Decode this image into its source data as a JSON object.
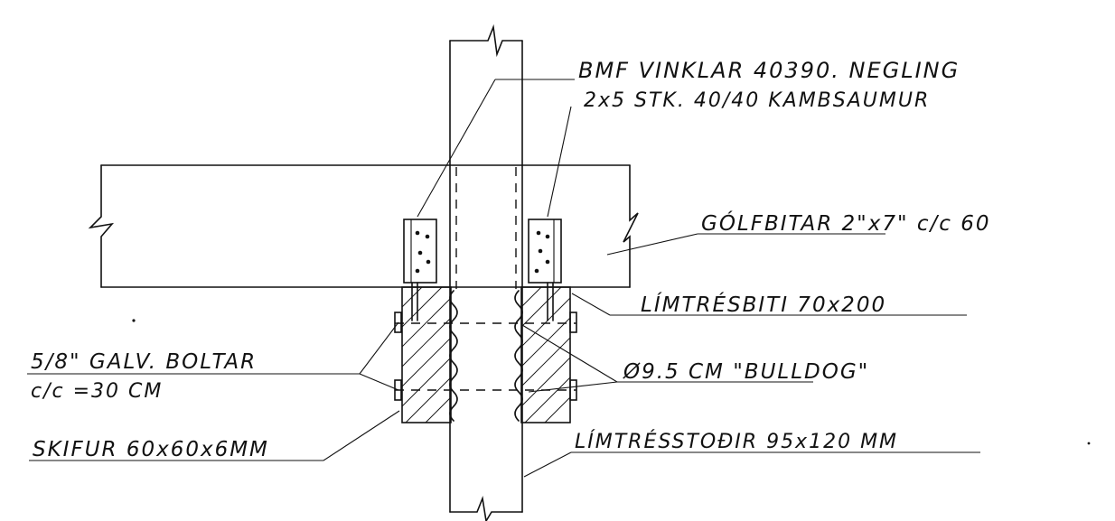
{
  "labels": {
    "angle_brackets_line1": "BMF VINKLAR 40390. NEGLING",
    "angle_brackets_line2": "2x5 STK. 40/40 KAMBSAUMUR",
    "floor_joists": "GÓLFBITAR 2\"x7\" c/c 60",
    "glulam_beam": "LÍMTRÉSBITI 70x200",
    "bulldog": "Ø9.5 CM \"BULLDOG\"",
    "bolts_line1": "5/8\" GALV. BOLTAR",
    "bolts_line2": "c/c =30 CM",
    "washer": "SKIFUR 60x60x6MM",
    "glulam_columns": "LÍMTRÉSSTOÐIR 95x120 MM"
  },
  "colors": {
    "ink": "#111111",
    "paper": "#ffffff"
  }
}
